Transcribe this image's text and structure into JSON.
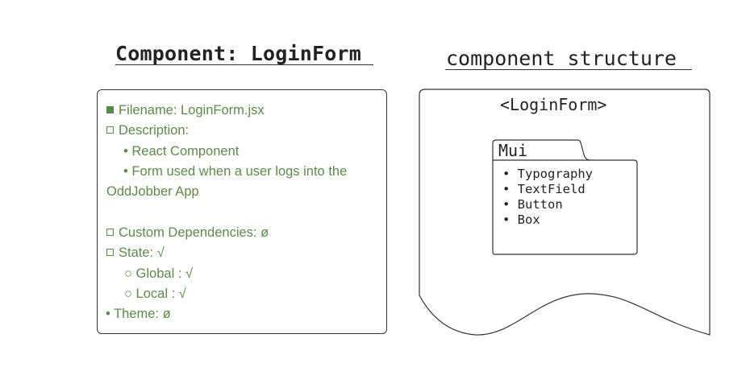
{
  "left_panel": {
    "title": "Component: LoginForm",
    "lines": [
      {
        "marker": "filled-square",
        "text": "Filename: LoginForm.jsx"
      },
      {
        "marker": "hollow-square",
        "text": "Description:"
      },
      {
        "marker": "bullet",
        "text": "• React Component"
      },
      {
        "marker": "bullet",
        "text": "• Form used when a user logs into the"
      },
      {
        "marker": "none",
        "text": "OddJobber App"
      },
      {
        "marker": "hollow-square",
        "text": "Custom Dependencies: ø"
      },
      {
        "marker": "hollow-square",
        "text": "State: √"
      },
      {
        "marker": "circle",
        "text": "○ Global : √"
      },
      {
        "marker": "circle",
        "text": "○ Local  : √"
      },
      {
        "marker": "bullet",
        "text": "• Theme: ø"
      }
    ]
  },
  "right_panel": {
    "title": "component structure",
    "document_heading": "<LoginForm>",
    "folder": {
      "label": "Mui",
      "items": [
        "• Typography",
        "• TextField",
        "• Button",
        "• Box"
      ]
    }
  },
  "colors": {
    "text_green": "#5b8a46",
    "title_text": "#222222",
    "outline": "#333333"
  }
}
